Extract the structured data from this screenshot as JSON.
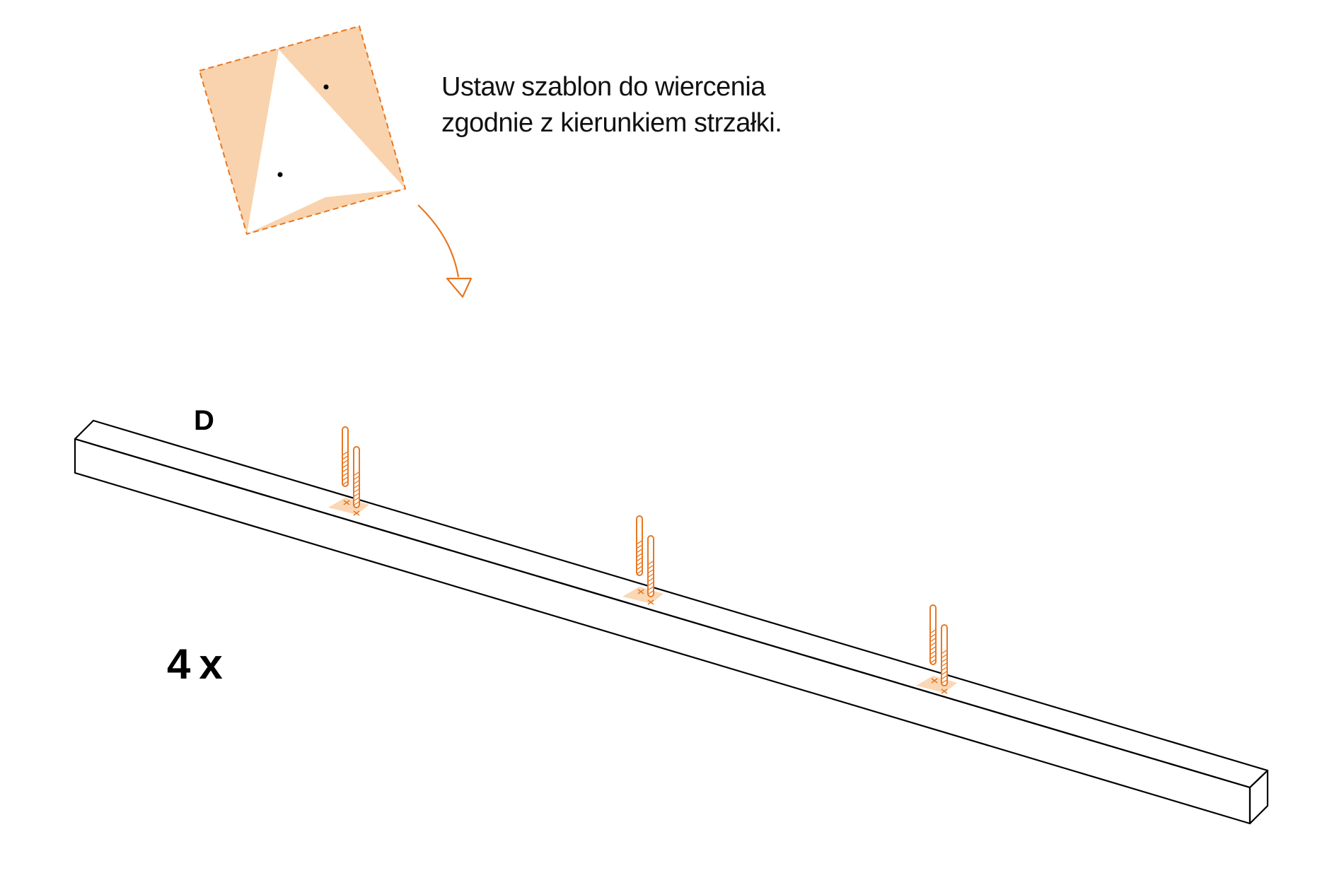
{
  "instruction": {
    "line1": "Ustaw szablon do wiercenia",
    "line2": "zgodnie z kierunkiem strzałki."
  },
  "part_label": "D",
  "quantity": {
    "number": "4",
    "multiplier": "x"
  },
  "drill_positions_count": 3,
  "colors": {
    "accent": "#E87722",
    "accent_fill": "#F9D3AD",
    "line": "#000000",
    "background": "#FFFFFF"
  },
  "icons": [
    "drilling-template-icon",
    "curved-arrow-icon",
    "drill-bit-icon"
  ]
}
